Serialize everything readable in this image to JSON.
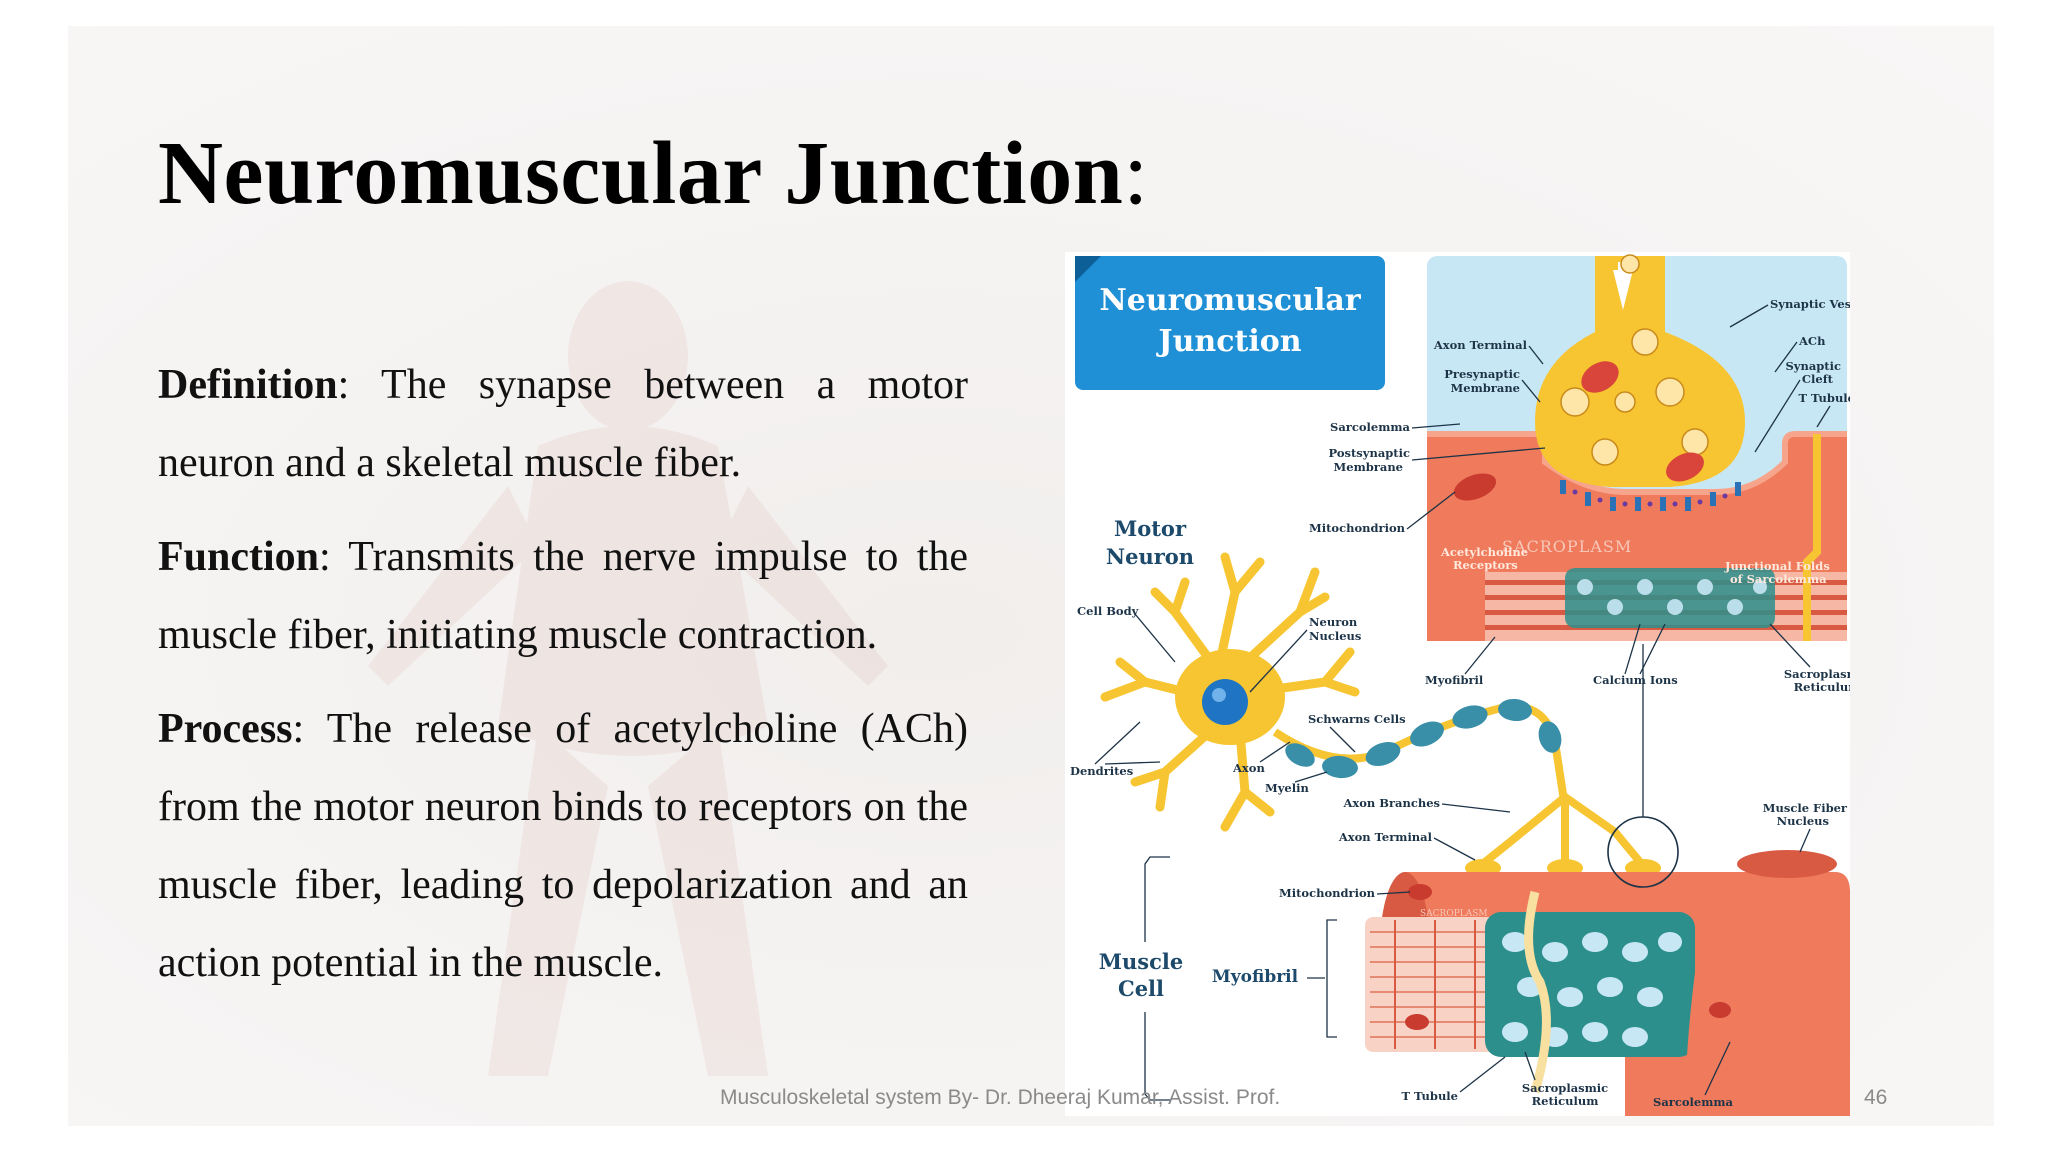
{
  "slide": {
    "title": "Neuromuscular Junction",
    "title_colon": ":",
    "paragraphs": [
      {
        "term": "Definition",
        "separator": ":",
        "text": " The synapse between a motor neuron and a skeletal muscle fiber."
      },
      {
        "term": "Function",
        "separator": ":",
        "text": " Transmits the nerve impulse to the muscle fiber, initiating muscle contraction."
      },
      {
        "term": "Process",
        "separator": ":",
        "text": " The release of acetylcholine (ACh) from the motor neuron binds to receptors on the muscle fiber, leading to depolarization and an action potential in the muscle."
      }
    ],
    "footer": "Musculoskeletal system By- Dr. Dheeraj Kumar, Assist. Prof.",
    "page_number": "46"
  },
  "figure": {
    "banner_line1": "Neuromuscular",
    "banner_line2": "Junction",
    "motor_neuron_line1": "Motor",
    "motor_neuron_line2": "Neuron",
    "muscle_cell_line1": "Muscle",
    "muscle_cell_line2": "Cell",
    "myofibril_big": "Myofibril",
    "sacroplasm_main": "SACROPLASM",
    "sacroplasm_small": "SACROPLASM",
    "labels": {
      "synaptic_vesicles": "Synaptic Vesicles",
      "axon_terminal_top": "Axon Terminal",
      "ach": "ACh",
      "presynaptic_1": "Presynaptic",
      "presynaptic_2": "Membrane",
      "synaptic_cleft_1": "Synaptic",
      "synaptic_cleft_2": "Cleft",
      "t_tubule_top": "T Tubule",
      "sarcolemma_top": "Sarcolemma",
      "postsynaptic_1": "Postsynaptic",
      "postsynaptic_2": "Membrane",
      "mitochondrion_top": "Mitochondrion",
      "ach_receptors_1": "Acetylcholine",
      "ach_receptors_2": "Receptors",
      "junctional_folds_1": "Junctional Folds",
      "junctional_folds_2": "of Sarcolemma",
      "cell_body": "Cell Body",
      "neuron_nucleus_1": "Neuron",
      "neuron_nucleus_2": "Nucleus",
      "myofibril_top": "Myofibril",
      "calcium_ions": "Calcium Ions",
      "sr_top_1": "Sacroplasmic",
      "sr_top_2": "Reticulum",
      "schwann_cells": "Schwarns Cells",
      "dendrites": "Dendrites",
      "axon": "Axon",
      "myelin": "Myelin",
      "axon_branches": "Axon Branches",
      "axon_terminal_bottom": "Axon Terminal",
      "muscle_fiber_nucleus_1": "Muscle Fiber",
      "muscle_fiber_nucleus_2": "Nucleus",
      "mitochondrion_bottom": "Mitochondrion",
      "t_tubule_bottom": "T Tubule",
      "sr_bottom_1": "Sacroplasmic",
      "sr_bottom_2": "Reticulum",
      "sarcolemma_bottom": "Sarcolemma"
    },
    "colors": {
      "banner": "#1f8fd6",
      "neuron_yellow": "#f7c531",
      "muscle_orange": "#ef7a5c",
      "muscle_dark": "#d85a43",
      "reticulum_teal": "#2c8f8c",
      "inset_sky": "#c8e7f5",
      "label_navy": "#1d3347"
    }
  }
}
